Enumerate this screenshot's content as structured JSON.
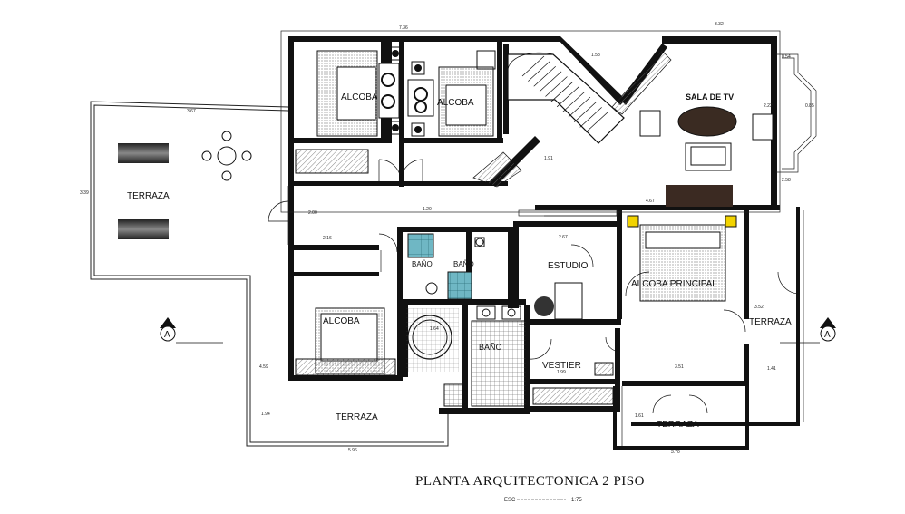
{
  "title": "PLANTA ARQUITECTONICA 2 PISO",
  "scale": {
    "prefix": "ESC",
    "value": "1:75"
  },
  "section_marker": "A",
  "rooms": {
    "alcoba_1": "ALCOBA",
    "alcoba_2": "ALCOBA",
    "alcoba_3": "ALCOBA",
    "sala_tv": "SALA DE TV",
    "estudio": "ESTUDIO",
    "alcoba_principal": "ALCOBA PRINCIPAL",
    "bano_1": "BAÑO",
    "bano_2": "BAÑO",
    "bano_3": "BAÑO",
    "vestier": "VESTIER",
    "terraza_left": "TERRAZA",
    "terraza_bottom": "TERRAZA",
    "terraza_right": "TERRAZA",
    "terraza_bottom_right": "TERRAZA"
  },
  "dimensions": {
    "top": "7.36",
    "top_right": "3.32",
    "terraza_width": "3.67",
    "terraza_height": "3.39",
    "left_corridor": "2.16",
    "corridor_v": "2.00",
    "corridor_v2": "1.20",
    "left_height": "4.59",
    "bottom_left": "1.94",
    "bottom_width": "5.96",
    "estudio_w": "2.67",
    "sala_w": "4.67",
    "bano_d": "1.64",
    "vestier_d": "1.99",
    "terraza_r_w": "3.51",
    "terraza_r_h": "1.41",
    "bottom_right": "3.70",
    "small_1": "0.54",
    "small_2": "2.22",
    "small_3": "0.85",
    "small_4": "1.58",
    "small_5": "1.91",
    "small_6": "3.52",
    "small_7": "2.58",
    "small_8": "1.61"
  }
}
